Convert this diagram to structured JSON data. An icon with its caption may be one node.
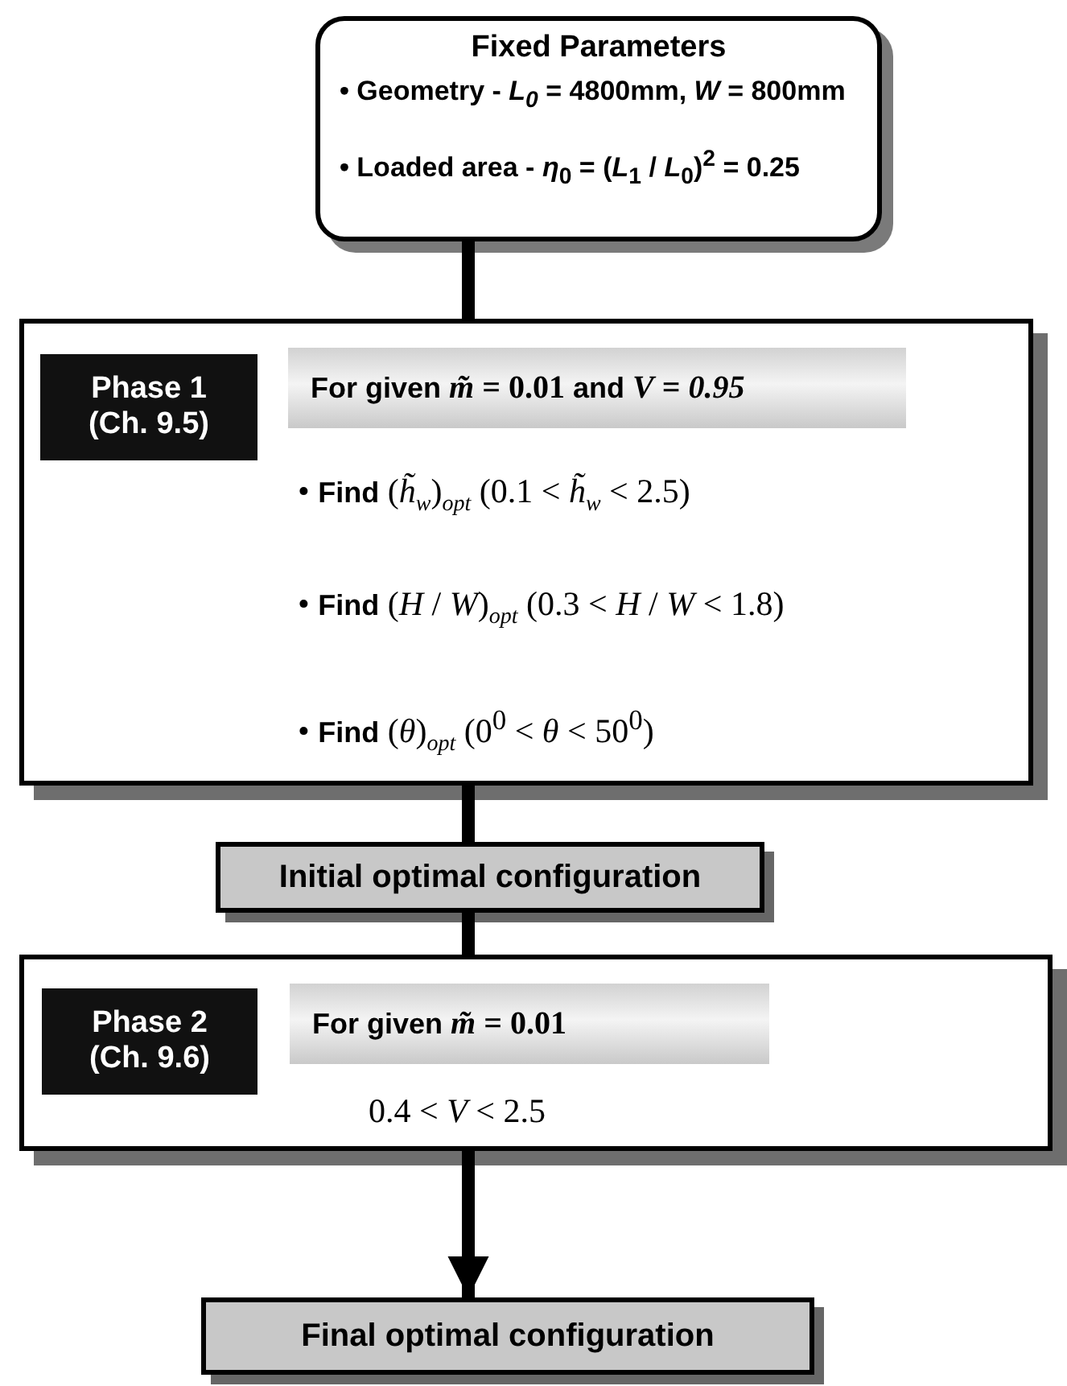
{
  "diagram": {
    "nodes": [
      {
        "text": [
          "Fixed Parameters",
          "• Geometry - *L$_{0}$* = 4800mm, *W* = 800mm",
          "• Loaded area - *η*$_{0}$ = (*L*$_{1}$ / *L*$_{0}$)$^{2}$ = 0.25"
        ]
      },
      {
        "text": [
          "• **Find** (*h̃*$_{w}$)$_{opt}$ (0.1 < *h̃*$_{w}$ < 2.5)",
          "• **Find** (*H* / *W*)$_{opt}$ (0.3 < *H* / *W* < 1.8)",
          "• **Find** (*θ*)$_{opt}$ (0$^{0}$ < *θ* < 50$^{0}$)"
        ]
      },
      {
        "text": [
          "Phase 1 (Ch. 9.5)"
        ],
        "in": 1
      },
      {
        "text": [
          "**For given** *m̃* = 0.01 **and** *V* = *0.95*"
        ],
        "in": 1
      },
      {
        "text": [
          "Initial optimal configuration"
        ]
      },
      {
        "text": [
          "0.4 < *V* < 2.5"
        ]
      },
      {
        "text": [
          "Phase 2 (Ch. 9.6)"
        ],
        "in": 5
      },
      {
        "text": [
          "**For given** *m̃* = 0.01"
        ],
        "in": 5
      },
      {
        "text": [
          "Final optimal configuration"
        ]
      }
    ],
    "edges": [
      {
        "from": 0,
        "to": 1,
        "arrow": "none"
      },
      {
        "from": 1,
        "to": 4,
        "arrow": "none"
      },
      {
        "from": 4,
        "to": 5,
        "arrow": "none"
      },
      {
        "from": 5,
        "to": 8,
        "arrow": "to"
      }
    ]
  }
}
